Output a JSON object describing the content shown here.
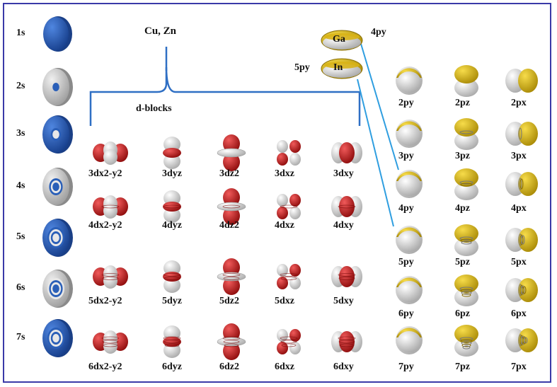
{
  "colors": {
    "s_blue": "#2a5fb8",
    "s_gray": "#c9c9c9",
    "d_red": "#c41a1a",
    "p_gold": "#d8b316",
    "white_lobe": "#e6e6e6",
    "connector": "#2f9ee0",
    "brace": "#2f6fc4",
    "frame": "#3a3aa8"
  },
  "labels": {
    "cu_zn": "Cu, Zn",
    "d_blocks": "d-blocks",
    "ga": "Ga",
    "in": "In",
    "ga_orbital": "4py",
    "in_orbital": "5py"
  },
  "s_orbitals": [
    "1s",
    "2s",
    "3s",
    "4s",
    "5s",
    "6s",
    "7s"
  ],
  "d_orbitals": [
    [
      "3dx2-y2",
      "3dyz",
      "3dz2",
      "3dxz",
      "3dxy"
    ],
    [
      "4dx2-y2",
      "4dyz",
      "4dz2",
      "4dxz",
      "4dxy"
    ],
    [
      "5dx2-y2",
      "5dyz",
      "5dz2",
      "5dxz",
      "5dxy"
    ],
    [
      "6dx2-y2",
      "6dyz",
      "6dz2",
      "6dxz",
      "6dxy"
    ]
  ],
  "p_orbitals": [
    [
      "2py",
      "2pz",
      "2px"
    ],
    [
      "3py",
      "3pz",
      "3px"
    ],
    [
      "4py",
      "4pz",
      "4px"
    ],
    [
      "5py",
      "5pz",
      "5px"
    ],
    [
      "6py",
      "6pz",
      "6px"
    ],
    [
      "7py",
      "7pz",
      "7px"
    ]
  ]
}
